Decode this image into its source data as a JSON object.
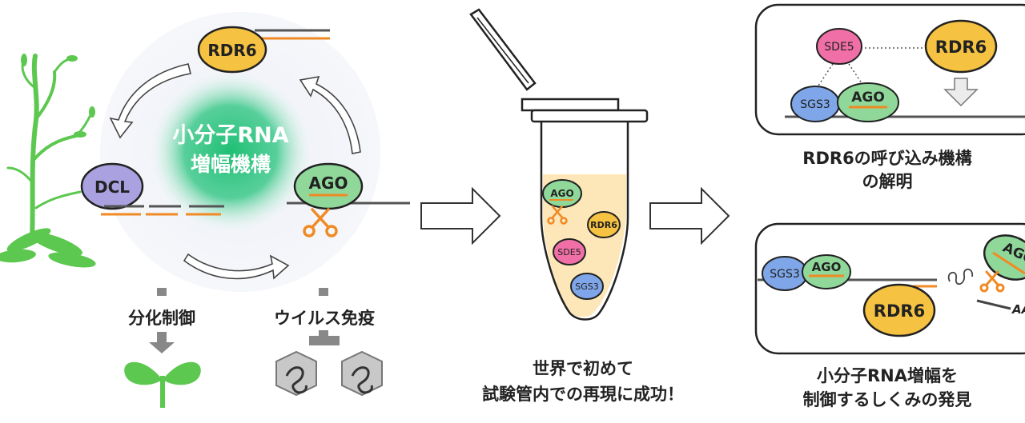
{
  "cycle": {
    "center_line1": "小分子RNA",
    "center_line2": "増幅機構",
    "rdr6": "RDR6",
    "dcl": "DCL",
    "ago": "AGO"
  },
  "outcomes": {
    "differentiation": "分化制御",
    "virus_immunity": "ウイルス免疫"
  },
  "tube": {
    "ago": "AGO",
    "rdr6": "RDR6",
    "sde5": "SDE5",
    "sgs3": "SGS3",
    "caption_line1": "世界で初めて",
    "caption_line2": "試験管内での再現に成功！"
  },
  "panel_top": {
    "sde5": "SDE5",
    "rdr6": "RDR6",
    "sgs3": "SGS3",
    "ago": "AGO",
    "caption_line1": "RDR6の呼び込み機構",
    "caption_line2": "の解明"
  },
  "panel_bottom": {
    "sgs3": "SGS3",
    "ago": "AGO",
    "rdr6": "RDR6",
    "ago_right": "AGO",
    "tail": "AA",
    "caption_line1": "小分子RNA増幅を",
    "caption_line2": "制御するしくみの発見"
  },
  "colors": {
    "rdr6": "#f5c242",
    "dcl": "#a9a1e0",
    "ago": "#8fd89a",
    "sde5": "#f06fa7",
    "sgs3": "#7fa6e8",
    "orange": "#f08a24",
    "plant": "#5dc84f",
    "glow": "#28c17a"
  }
}
